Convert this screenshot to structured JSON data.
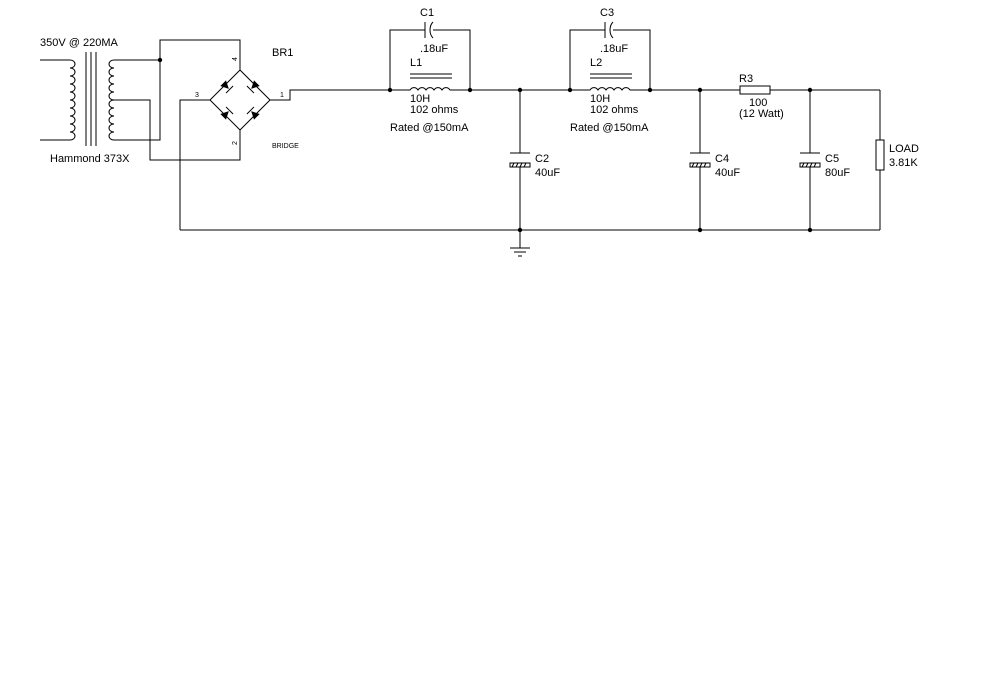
{
  "transformer": {
    "rating": "350V @ 220MA",
    "model": "Hammond 373X"
  },
  "bridge": {
    "ref": "BR1",
    "type": "BRIDGE",
    "pins": {
      "p1": "1",
      "p2": "2",
      "p3": "3",
      "p4": "4"
    }
  },
  "c1": {
    "ref": "C1",
    "value": ".18uF"
  },
  "l1": {
    "ref": "L1",
    "inductance": "10H",
    "resistance": "102 ohms",
    "rating": "Rated @150mA"
  },
  "c2": {
    "ref": "C2",
    "value": "40uF"
  },
  "c3": {
    "ref": "C3",
    "value": ".18uF"
  },
  "l2": {
    "ref": "L2",
    "inductance": "10H",
    "resistance": "102 ohms",
    "rating": "Rated @150mA"
  },
  "c4": {
    "ref": "C4",
    "value": "40uF"
  },
  "r3": {
    "ref": "R3",
    "value": "100",
    "power": "(12 Watt)"
  },
  "c5": {
    "ref": "C5",
    "value": "80uF"
  },
  "load": {
    "ref": "LOAD",
    "value": "3.81K"
  }
}
